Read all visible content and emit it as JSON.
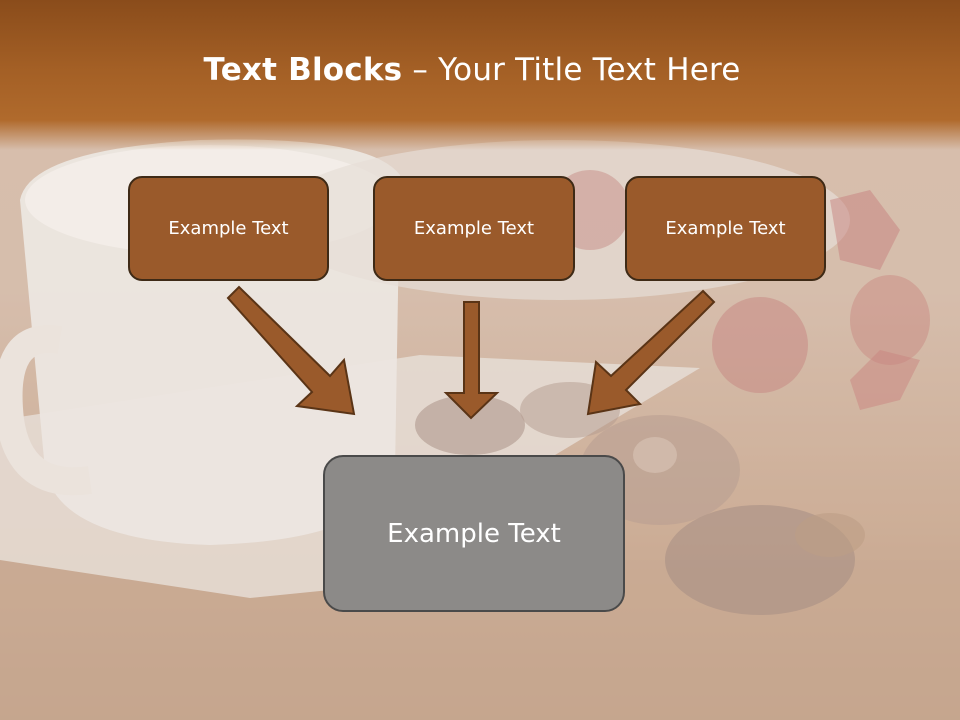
{
  "title": {
    "bold": "Text Blocks",
    "rest": " – Your Title Text Here"
  },
  "diagram": {
    "top_boxes": [
      "Example Text",
      "Example Text",
      "Example Text"
    ],
    "bottom_box": "Example Text"
  },
  "colors": {
    "header": "#a35f25",
    "box_fill": "#9a5a2b",
    "box_border": "#3e2a16",
    "arrow_fill": "#9a5a2b",
    "bottom_box_fill": "#8c8a88"
  }
}
